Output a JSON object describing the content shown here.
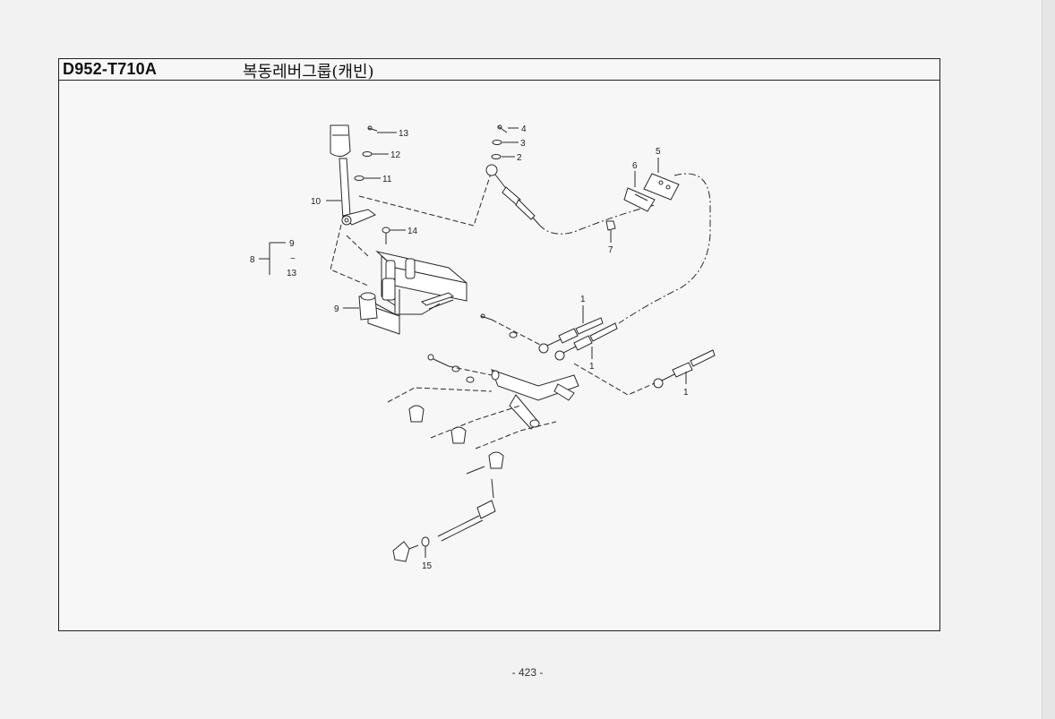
{
  "header": {
    "part_code": "D952-T710A",
    "group_title": "복동레버그룹(캐빈)"
  },
  "callouts": [
    {
      "id": "c13a",
      "label": "13"
    },
    {
      "id": "c12",
      "label": "12"
    },
    {
      "id": "c11",
      "label": "11"
    },
    {
      "id": "c10",
      "label": "10"
    },
    {
      "id": "c4",
      "label": "4"
    },
    {
      "id": "c3",
      "label": "3"
    },
    {
      "id": "c2",
      "label": "2"
    },
    {
      "id": "c5",
      "label": "5"
    },
    {
      "id": "c6",
      "label": "6"
    },
    {
      "id": "c7",
      "label": "7"
    },
    {
      "id": "c14",
      "label": "14"
    },
    {
      "id": "c9a",
      "label": "9"
    },
    {
      "id": "c8",
      "label": "8"
    },
    {
      "id": "ctilde",
      "label": "~"
    },
    {
      "id": "c13b",
      "label": "13"
    },
    {
      "id": "c9b",
      "label": "9"
    },
    {
      "id": "c1a",
      "label": "1"
    },
    {
      "id": "c1b",
      "label": "1"
    },
    {
      "id": "c1c",
      "label": "1"
    },
    {
      "id": "c15",
      "label": "15"
    }
  ],
  "footer": {
    "page_number": "- 423 -"
  },
  "colors": {
    "line": "#2a2a2a",
    "frame": "#222222",
    "paper": "#f7f7f7"
  }
}
